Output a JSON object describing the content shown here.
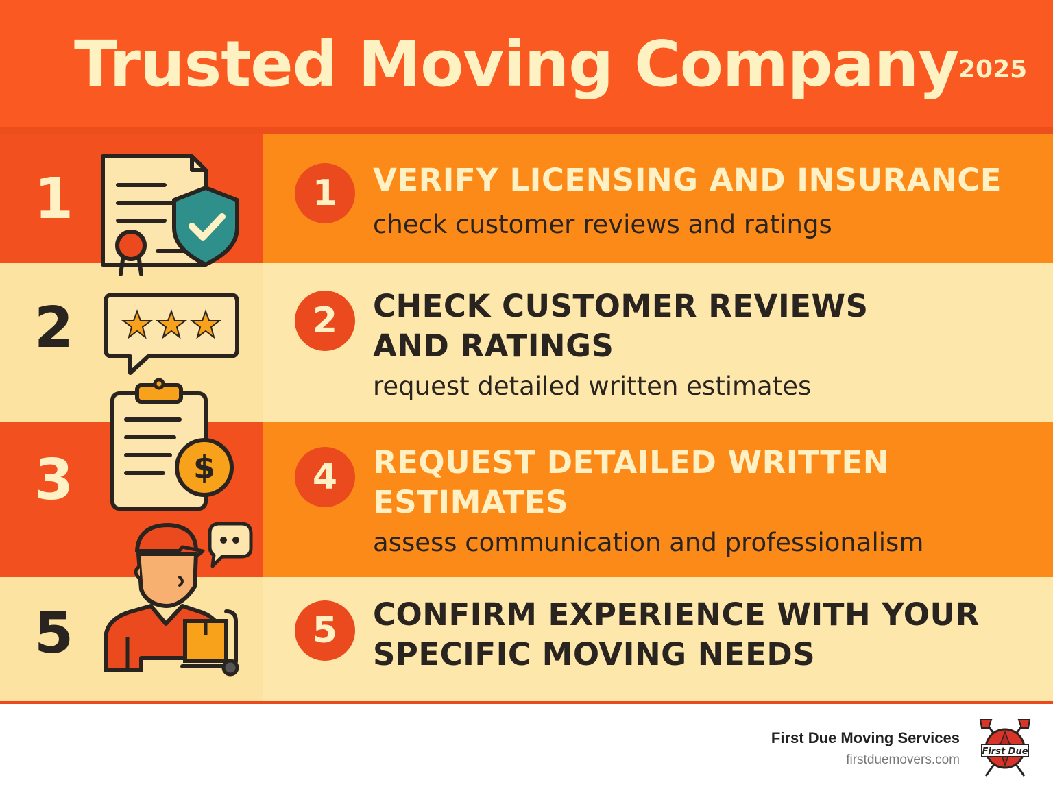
{
  "header": {
    "title": "Trusted Moving Company",
    "year": "2025"
  },
  "steps": [
    {
      "left_number": "1",
      "badge": "1",
      "heading_lines": [
        "VERIFY LICENSING AND INSURANCE"
      ],
      "subtext": "check customer reviews and ratings",
      "icon": "license-shield-icon"
    },
    {
      "left_number": "2",
      "badge": "2",
      "heading_lines": [
        "CHECK CUSTOMER REVIEWS",
        "AND RATINGS"
      ],
      "subtext": "request detailed written estimates",
      "icon": "rating-stars-icon"
    },
    {
      "left_number": "3",
      "badge": "4",
      "heading_lines": [
        "REQUEST DETAILED WRITTEN",
        "ESTIMATES"
      ],
      "subtext": "assess communication and professionalism",
      "icon": "estimate-clipboard-icon"
    },
    {
      "left_number": "5",
      "badge": "5",
      "heading_lines": [
        "CONFIRM EXPERIENCE WITH YOUR",
        "SPECIFIC MOVING NEEDS"
      ],
      "subtext": "",
      "icon": "mover-icon"
    }
  ],
  "footer": {
    "brand_name": "First Due Moving Services",
    "url": "firstduemovers.com",
    "logo_text": "First Due"
  },
  "colors": {
    "header": "#fa5a22",
    "accent_orange": "#fb8a18",
    "cream": "#fde7aa",
    "badge_red": "#ea4a1d",
    "text_dark": "#2a2420",
    "text_cream": "#fff1c4"
  }
}
